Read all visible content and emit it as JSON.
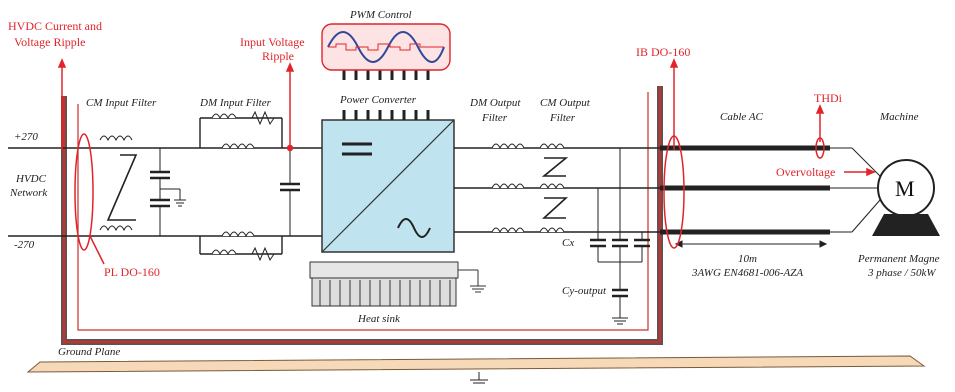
{
  "labels": {
    "hvdc_ripple_line1": "HVDC Current and",
    "hvdc_ripple_line2": "Voltage Ripple",
    "input_ripple_line1": "Input Voltage",
    "input_ripple_line2": "Ripple",
    "pwm_control": "PWM Control",
    "ib_do160": "IB DO-160",
    "thdi": "THDi",
    "cm_input_filter": "CM Input Filter",
    "dm_input_filter": "DM Input Filter",
    "power_converter": "Power Converter",
    "dm_output_filter_line1": "DM Output",
    "dm_output_filter_line2": "Filter",
    "cm_output_filter_line1": "CM Output",
    "cm_output_filter_line2": "Filter",
    "cable_ac": "Cable AC",
    "machine": "Machine",
    "plus_270": "+270",
    "minus_270": "-270",
    "hvdc_network_line1": "HVDC",
    "hvdc_network_line2": "Network",
    "pl_do160": "PL DO-160",
    "overvoltage": "Overvoltage",
    "motor_symbol": "M",
    "length": "10m",
    "cable_spec": "3AWG EN4681-006-AZA",
    "cx": "Cx",
    "cy_output": "Cy-output",
    "heat_sink": "Heat sink",
    "permanent_magnet_line1": "Permanent Magne",
    "permanent_magnet_line2": "3 phase / 50kW",
    "ground_plane": "Ground Plane"
  },
  "colors": {
    "annotation_red": "#e0242a",
    "enclosure_red": "#c9302c",
    "converter_fill": "#bfe3ef",
    "ground_plane_fill": "#f6d9b8",
    "pwm_box_fill": "#fde3e3",
    "pwm_sine": "#2f4a9a"
  }
}
